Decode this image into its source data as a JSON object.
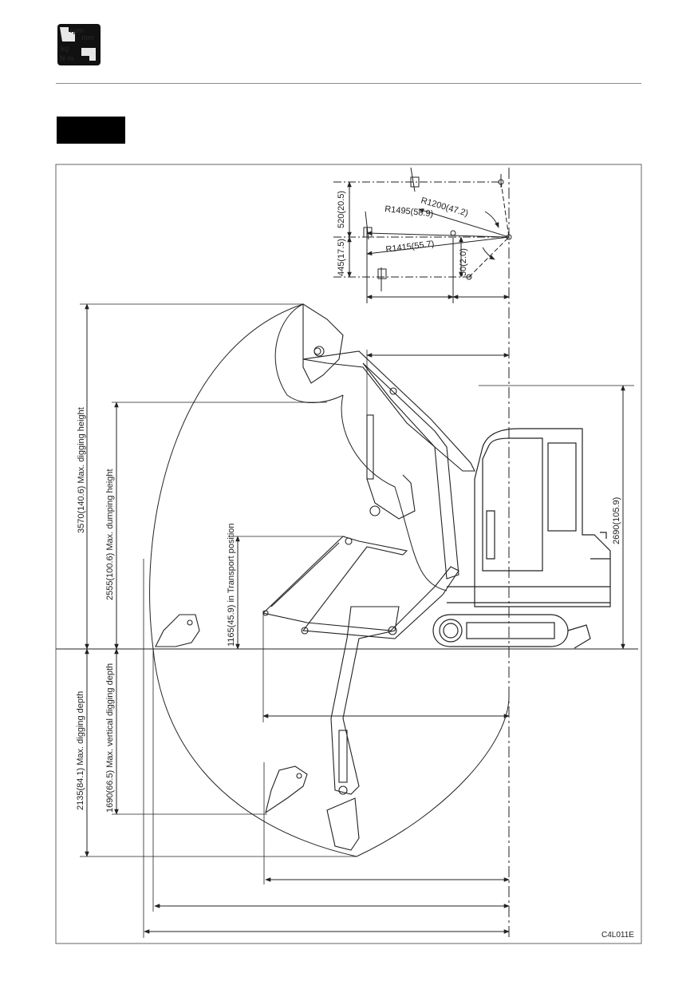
{
  "logo": {
    "icon": "spec-units-icon",
    "units": [
      "rpm",
      "mm",
      "kg",
      "N·m"
    ]
  },
  "figure": {
    "code": "C4L011E",
    "labels": {
      "max_digging_height": "3570(140.6) Max. digging height",
      "max_dumping_height": "2555(100.6) Max. dumping height",
      "transport_height": "1165(45.9) in Transport position",
      "max_digging_depth": "2135(84.1) Max. digging depth",
      "max_vertical_depth": "1690(66.5) Max. vertical digging depth",
      "overall_height": "2690(105.9)",
      "swing_r1200": "R1200(47.2)",
      "swing_r1495": "R1495(58.9)",
      "swing_r1415": "R1415(55.7)",
      "offset_520": "520(20.5)",
      "offset_445": "445(17.5)",
      "offset_50": "50(2.0)"
    }
  }
}
